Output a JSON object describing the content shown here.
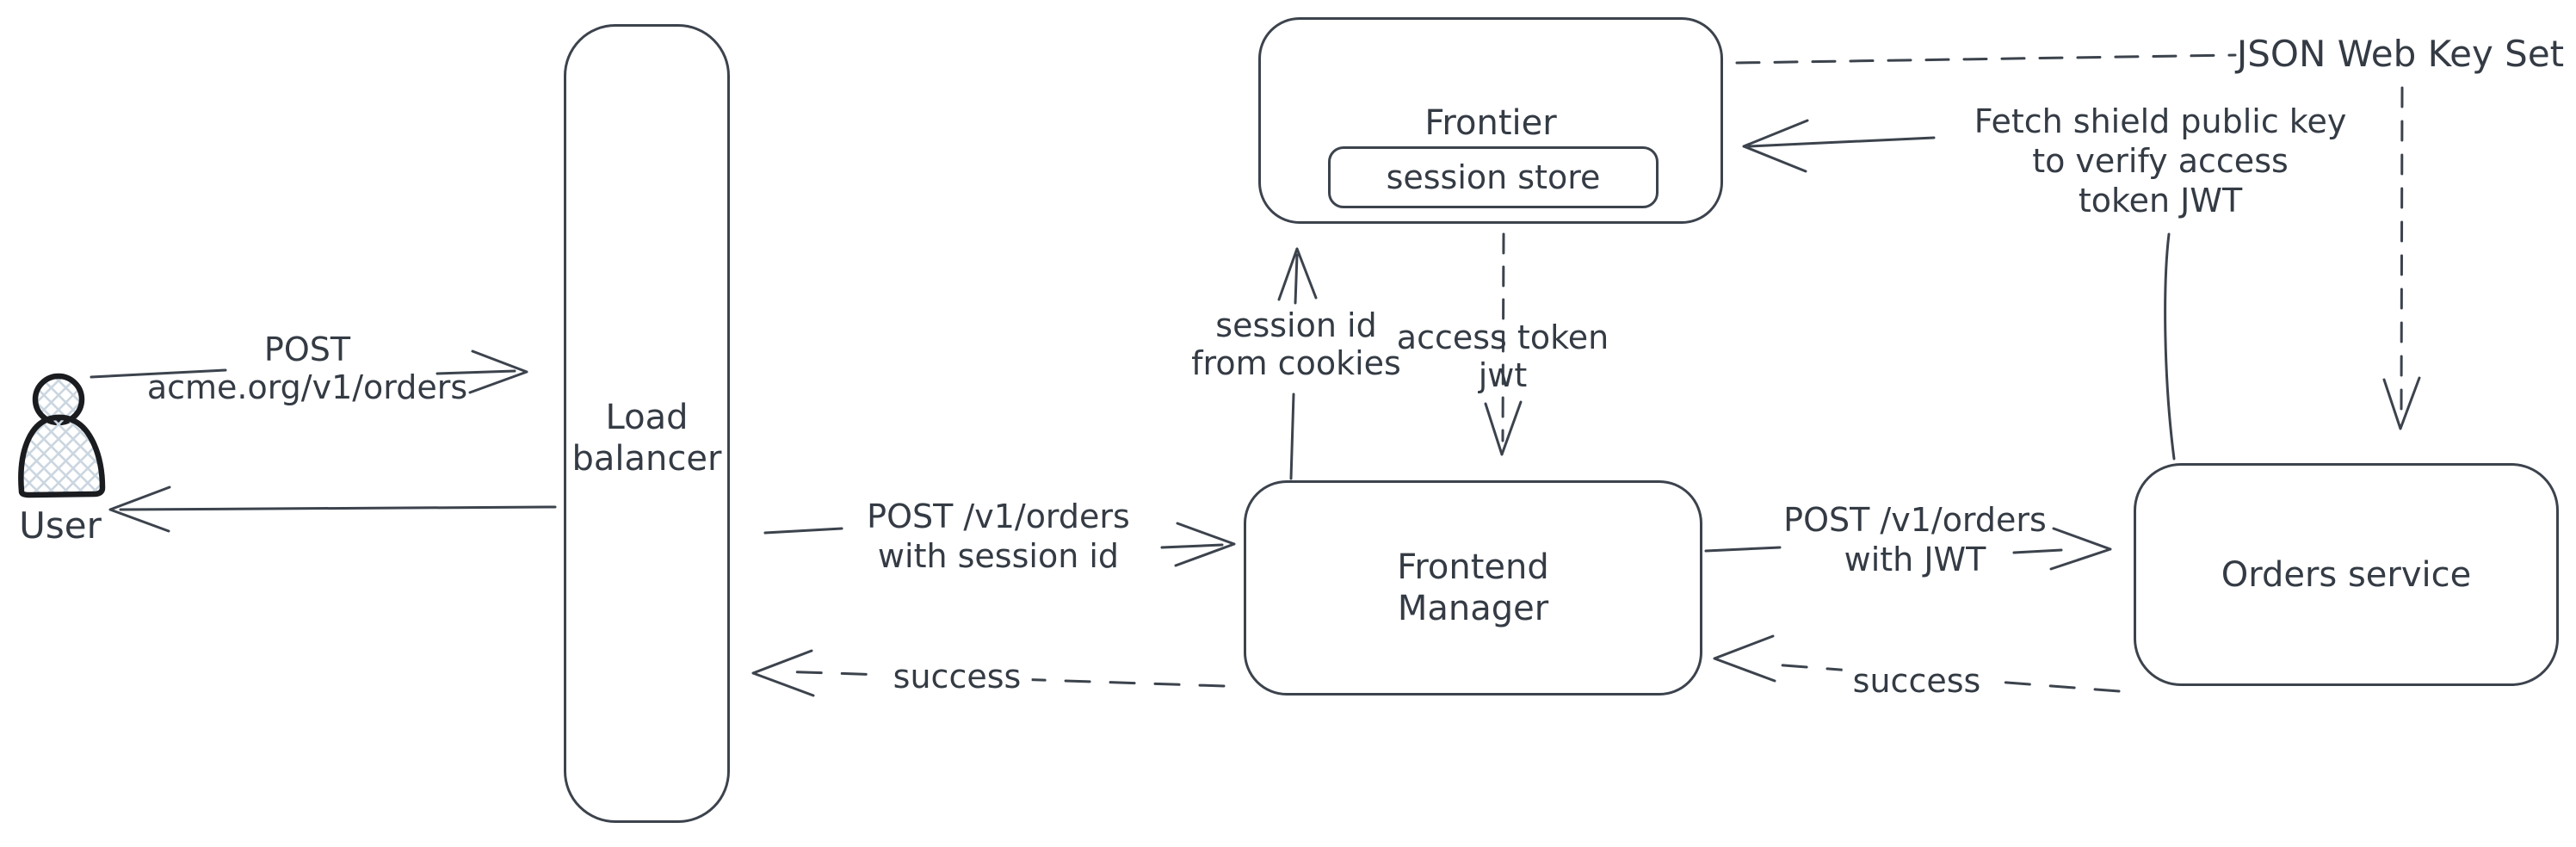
{
  "colors": {
    "background": "#ffffff",
    "stroke": "#3c434d",
    "text": "#343b44",
    "icon_stroke": "#1a1c1f",
    "icon_fill_hatch": "#cbd6e0"
  },
  "nodes": {
    "user": {
      "label": "User"
    },
    "load_balancer": {
      "line1": "Load",
      "line2": "balancer"
    },
    "frontier": {
      "label": "Frontier"
    },
    "session_store": {
      "label": "session store"
    },
    "frontend_manager": {
      "line1": "Frontend",
      "line2": "Manager"
    },
    "orders_service": {
      "label": "Orders service"
    }
  },
  "edges": {
    "user_post": {
      "line1": "POST",
      "line2": "acme.org/v1/orders"
    },
    "lb_post": {
      "line1": "POST /v1/orders",
      "line2": "with session id"
    },
    "lb_success": {
      "label": "success"
    },
    "session_id": {
      "line1": "session id",
      "line2": "from cookies"
    },
    "access_token": {
      "line1": "access token",
      "line2": "jwt"
    },
    "orders_post": {
      "line1": "POST /v1/orders",
      "line2": "with JWT"
    },
    "orders_success": {
      "label": "success"
    },
    "fetch_key": {
      "line1": "Fetch shield public key",
      "line2": "to verify access",
      "line3": "token JWT"
    },
    "jwks": {
      "label": "JSON Web Key Set"
    }
  }
}
